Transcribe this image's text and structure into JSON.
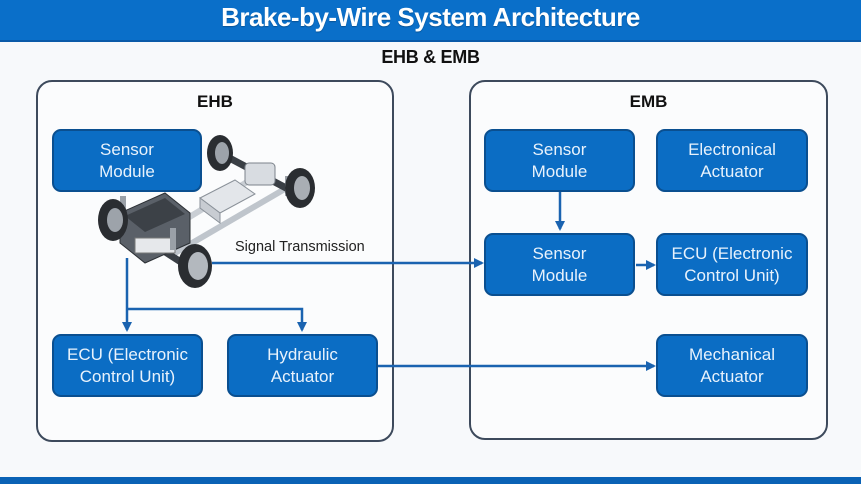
{
  "header": {
    "title": "Brake-by-Wire System Architecture",
    "subtitle": "EHB & EMB"
  },
  "ehb": {
    "title": "EHB",
    "nodes": {
      "sensor_module": {
        "line1": "Sensor",
        "line2": "Module"
      },
      "ecu": {
        "line1": "ECU (Electronic",
        "line2": "Control Unit)"
      },
      "hydraulic_actuator": {
        "line1": "Hydraulic",
        "line2": "Actuator"
      }
    },
    "illustration": "vehicle-chassis-icon"
  },
  "emb": {
    "title": "EMB",
    "nodes": {
      "sensor_module_top": {
        "line1": "Sensor",
        "line2": "Module"
      },
      "electronical_actuator": {
        "line1": "Electronical",
        "line2": "Actuator"
      },
      "sensor_module_mid": {
        "line1": "Sensor",
        "line2": "Module"
      },
      "ecu": {
        "line1": "ECU (Electronic",
        "line2": "Control Unit)"
      },
      "mechanical_actuator": {
        "line1": "Mechanical",
        "line2": "Actuator"
      }
    }
  },
  "connections": {
    "signal_label": "Signal Transmission"
  },
  "colors": {
    "banner": "#0a6fc9",
    "node_fill": "#0b6dc4",
    "node_border": "#0a4f90",
    "wire": "#1a63b0",
    "panel_border": "#3d4a5c"
  }
}
